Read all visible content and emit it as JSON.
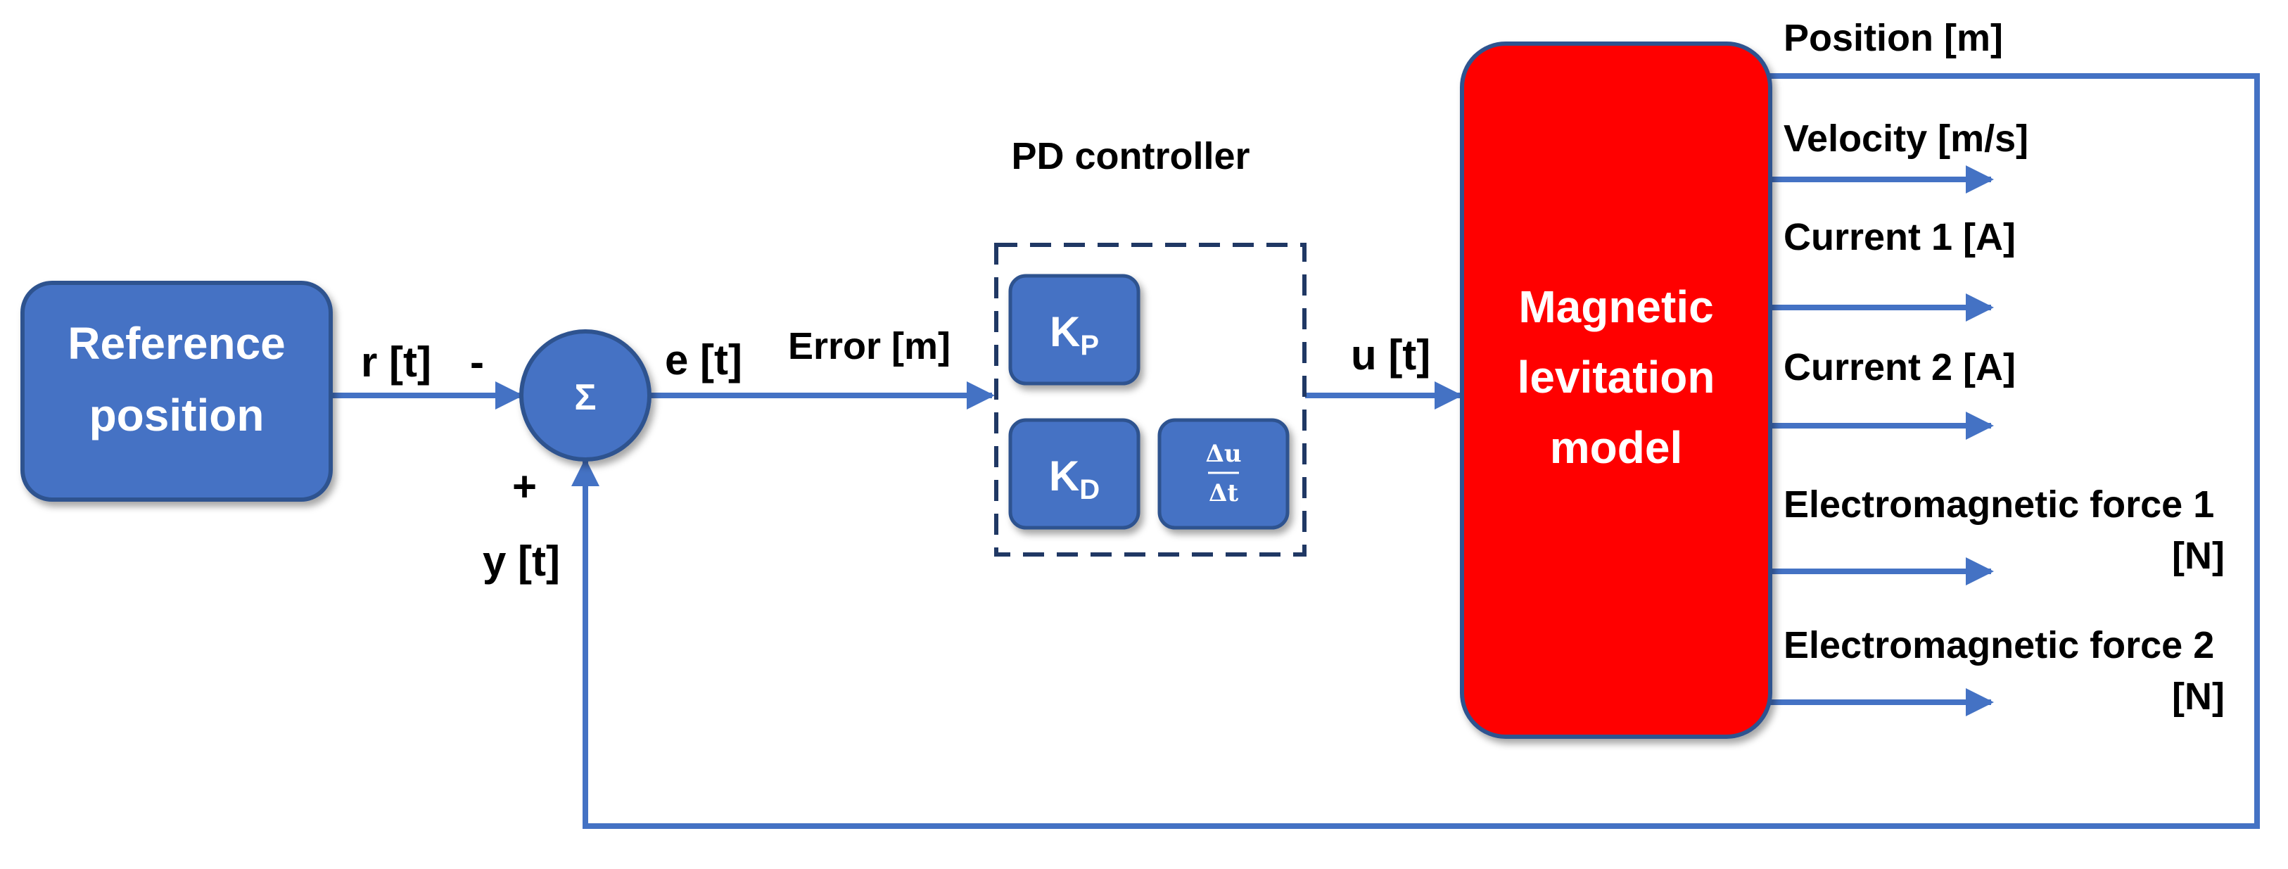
{
  "colors": {
    "block_fill": "#4472C4",
    "block_stroke": "#2F528F",
    "model_fill": "#FF0000",
    "model_stroke": "#2F528F",
    "line": "#4472C4",
    "dashed": "#203864"
  },
  "blocks": {
    "reference": {
      "line1": "Reference",
      "line2": "position"
    },
    "sum": {
      "symbol": "Σ"
    },
    "controller": {
      "title": "PD controller",
      "kp_main": "K",
      "kp_sub": "P",
      "kd_main": "K",
      "kd_sub": "D",
      "deriv_num": "Δu",
      "deriv_den": "Δt"
    },
    "model": {
      "line1": "Magnetic",
      "line2": "levitation",
      "line3": "model"
    }
  },
  "signals": {
    "r": "r [t]",
    "minus": "-",
    "plus": "+",
    "y": "y [t]",
    "e": "e [t]",
    "error": "Error [m]",
    "u": "u [t]"
  },
  "outputs": {
    "position": "Position [m]",
    "velocity": "Velocity [m/s]",
    "current1": "Current 1 [A]",
    "current2": "Current 2 [A]",
    "force1_line1": "Electromagnetic force 1",
    "force1_line2": "[N]",
    "force2_line1": "Electromagnetic force 2",
    "force2_line2": "[N]"
  }
}
